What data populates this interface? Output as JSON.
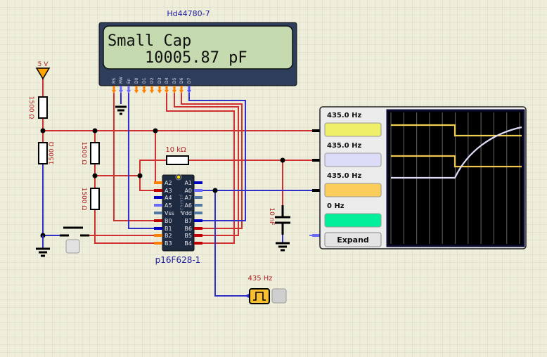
{
  "lcd": {
    "title": "Hd44780-7",
    "line1": "Small Cap",
    "line2": "    10005.87 pF",
    "pins": [
      "RS",
      "RW",
      "En",
      "D0",
      "D1",
      "D2",
      "D3",
      "D4",
      "D5",
      "D6",
      "D7"
    ]
  },
  "source": {
    "label": "5 V"
  },
  "resistors": {
    "r1": "1500 Ω",
    "r2": "1500 Ω",
    "r3": "1500 Ω",
    "r4": "1500 Ω",
    "r5": "10 kΩ"
  },
  "capacitor": {
    "label": "10 nF"
  },
  "mcu": {
    "name": "p16F628-1",
    "body_text": "p16F628",
    "left_pins": [
      "A2",
      "A3",
      "A4",
      "A5",
      "Vss",
      "B0",
      "B1",
      "B2",
      "B3"
    ],
    "right_pins": [
      "A1",
      "A0",
      "A7",
      "A6",
      "Vdd",
      "B7",
      "B6",
      "B5",
      "B4"
    ]
  },
  "generator": {
    "label": "435 Hz"
  },
  "scope": {
    "channels": [
      {
        "freq": "435.0 Hz",
        "color": "#f0ef6a"
      },
      {
        "freq": "435.0 Hz",
        "color": "#dcdcf8"
      },
      {
        "freq": "435.0 Hz",
        "color": "#fbcd5a"
      },
      {
        "freq": "0 Hz",
        "color": "#00ef9a"
      }
    ],
    "expand_label": "Expand"
  },
  "colors": {
    "wire_high": "#d03030",
    "wire_low": "#3030d0",
    "background": "#efeedb"
  }
}
